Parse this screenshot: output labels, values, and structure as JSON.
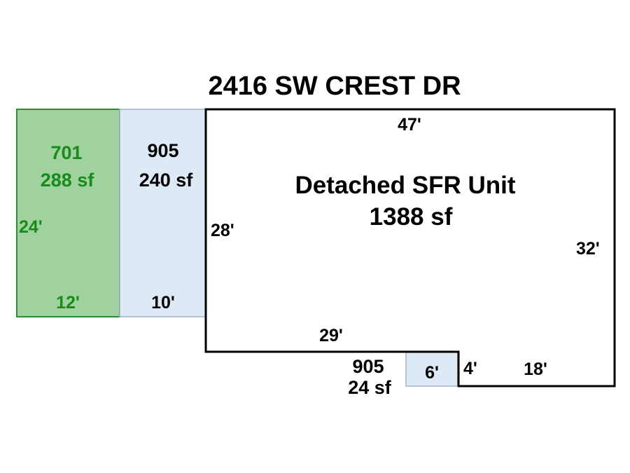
{
  "title": "2416 SW CREST DR",
  "colors": {
    "green_fill": "#9fd29f",
    "green_stroke": "#2f8f2f",
    "green_text": "#1a8a1a",
    "blue_fill": "#dde9f5",
    "blue_stroke": "#9fb4c8",
    "outline": "#000000"
  },
  "sections": {
    "green_garage": {
      "code": "701",
      "area": "288 sf",
      "depth": "24'",
      "width": "12'"
    },
    "blue_porch": {
      "code": "905",
      "area": "240 sf",
      "width": "10'"
    },
    "main_unit": {
      "label": "Detached SFR Unit",
      "area": "1388 sf",
      "top": "47'",
      "left": "28'",
      "right": "32'",
      "bottom_left": "29'",
      "step": "4'",
      "bottom_right": "18'"
    },
    "small_porch": {
      "code": "905",
      "area": "24 sf",
      "width": "6'"
    }
  }
}
